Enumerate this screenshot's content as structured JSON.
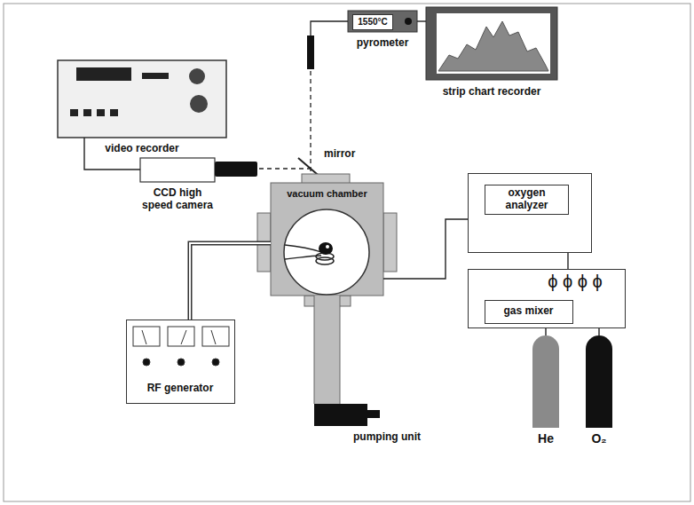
{
  "diagram": {
    "nodes": [
      {
        "text": [
          "video recorder"
        ]
      },
      {
        "text": [
          "CCD high speed camera"
        ]
      },
      {
        "text": [
          "1550°C",
          "pyrometer"
        ]
      },
      {
        "text": [
          "strip chart recorder"
        ]
      },
      {
        "text": [
          "vacuum chamber"
        ]
      },
      {
        "text": [
          "oxygen analyzer"
        ]
      },
      {
        "text": [
          "ϕ ϕ ϕ ϕ"
        ]
      },
      {
        "text": [
          "gas mixer"
        ],
        "in": 6
      },
      {
        "text": [
          "RF generator"
        ]
      },
      {
        "text": [
          "pumping unit"
        ]
      },
      {
        "text": [
          "He"
        ]
      },
      {
        "text": [
          "O₂"
        ]
      }
    ],
    "edges": [
      {
        "from": 0,
        "to": 1,
        "arrow": "none"
      },
      {
        "from": 2,
        "to": 3,
        "arrow": "none"
      },
      {
        "from": 8,
        "to": 4,
        "arrow": "none"
      },
      {
        "from": 4,
        "to": 5,
        "arrow": "none"
      },
      {
        "from": 5,
        "to": 6,
        "arrow": "none"
      },
      {
        "from": 6,
        "to": 10,
        "arrow": "none"
      },
      {
        "from": 6,
        "to": 11,
        "arrow": "none"
      },
      {
        "from": 4,
        "to": 9,
        "arrow": "none"
      }
    ],
    "labels": [
      "mirror"
    ]
  }
}
